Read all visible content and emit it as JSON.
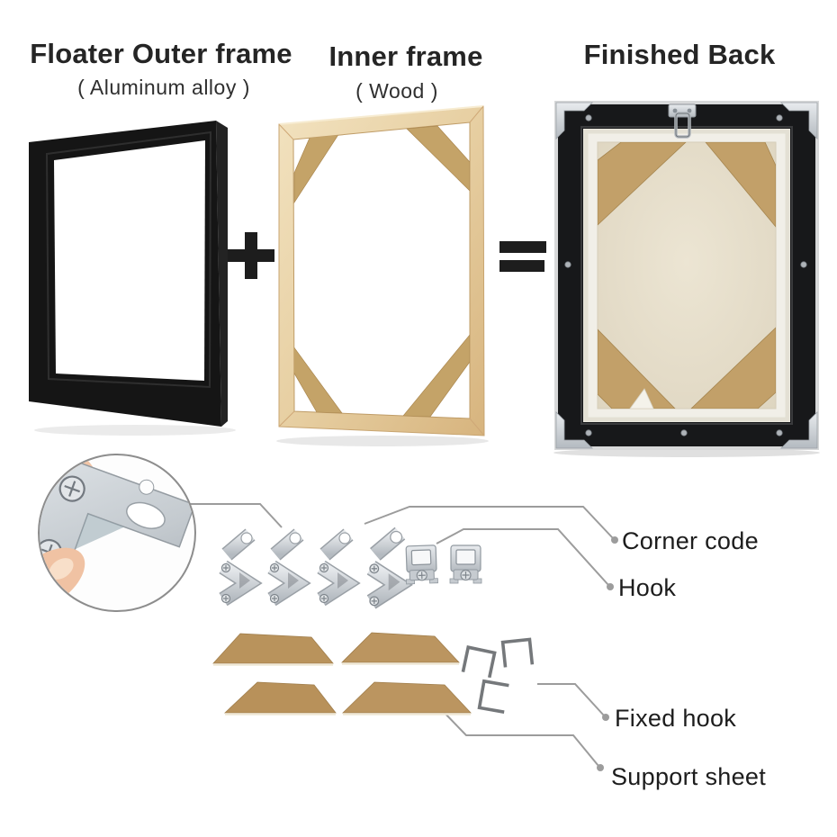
{
  "columns": [
    {
      "title": "Floater Outer frame",
      "subtitle": "( Aluminum alloy )"
    },
    {
      "title": "Inner frame",
      "subtitle": "( Wood )"
    },
    {
      "title": "Finished Back",
      "subtitle": ""
    }
  ],
  "operators": {
    "plus": "+",
    "equals": "="
  },
  "callouts": [
    {
      "label": "Corner code"
    },
    {
      "label": "Hook"
    },
    {
      "label": "Fixed hook"
    },
    {
      "label": "Support sheet"
    }
  ],
  "hardware": {
    "corner_code_count": 4,
    "hook_count": 2,
    "fixed_hook_count": 3,
    "support_sheet_count": 4
  },
  "colors": {
    "frame_black": "#151515",
    "wood_light": "#f2e2bf",
    "wood_dark": "#d7b47e",
    "brace_tan": "#c4a368",
    "cardboard": "#b9935c",
    "canvas_beige": "#e8e1cf",
    "canvas_rim": "#f1efe8",
    "metal_silver": "#c6cbd0",
    "connector_line": "#9c9c9c",
    "text": "#1d1d1d"
  }
}
